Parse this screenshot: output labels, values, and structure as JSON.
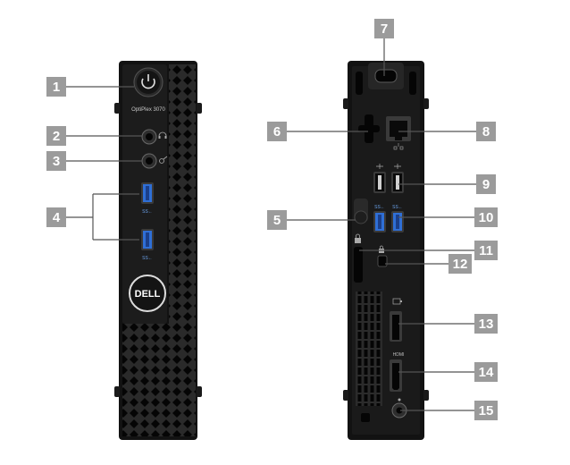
{
  "front_view": {
    "model_label": "OptiPlex 3070",
    "brand_logo": "DELL",
    "usb_marking": "SS←",
    "icons": [
      "power-button-icon",
      "headset-icon",
      "line-out-icon",
      "usb-icon"
    ]
  },
  "back_view": {
    "usb_marking": "SS←",
    "icons": [
      "network-port-icon",
      "usb-icon",
      "displayport-icon",
      "hdmi-icon",
      "power-connector-icon",
      "lock-icon"
    ]
  },
  "callouts": [
    {
      "label": "1"
    },
    {
      "label": "2"
    },
    {
      "label": "3"
    },
    {
      "label": "4"
    },
    {
      "label": "5"
    },
    {
      "label": "6"
    },
    {
      "label": "7"
    },
    {
      "label": "8"
    },
    {
      "label": "9"
    },
    {
      "label": "10"
    },
    {
      "label": "11"
    },
    {
      "label": "12"
    },
    {
      "label": "13"
    },
    {
      "label": "14"
    },
    {
      "label": "15"
    }
  ],
  "colors": {
    "callout_box": "#9b9b9b",
    "leader_line": "#555555",
    "chassis": "#121212",
    "usb_blue": "#2f6fd6"
  }
}
